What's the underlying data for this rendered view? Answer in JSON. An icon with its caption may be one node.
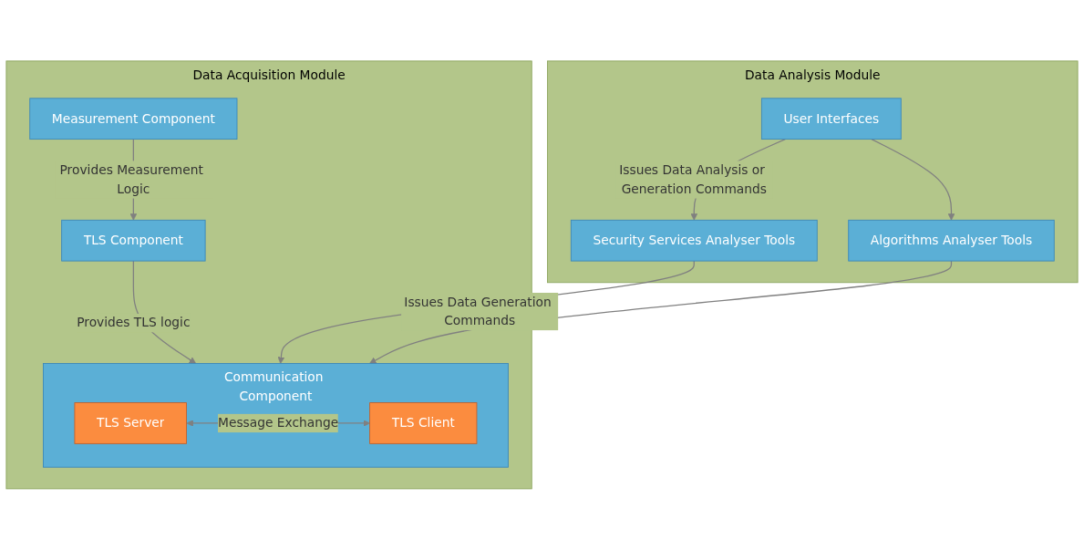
{
  "diagram": {
    "nodes": [
      {
        "text": [
          "Data Acquisition Module"
        ]
      },
      {
        "text": [
          "Communication Component"
        ],
        "in": 0
      },
      {
        "text": [
          "TLS Server"
        ],
        "in": 1
      },
      {
        "text": [
          "TLS Client"
        ],
        "in": 1
      },
      {
        "text": [
          "Measurement Component"
        ],
        "in": 0
      },
      {
        "text": [
          "TLS Component"
        ],
        "in": 0
      },
      {
        "text": [
          "Data Analysis Module"
        ]
      },
      {
        "text": [
          "User Interfaces"
        ],
        "in": 6
      },
      {
        "text": [
          "Security Services Analyser Tools"
        ],
        "in": 6
      },
      {
        "text": [
          "Algorithms Analyser Tools"
        ],
        "in": 6
      }
    ],
    "edges": [
      {
        "from": 2,
        "to": 3,
        "arrow": "both",
        "label": "Message Exchange"
      },
      {
        "from": 5,
        "to": 1,
        "arrow": "to",
        "label": "Provides TLS logic"
      },
      {
        "from": 4,
        "to": 5,
        "arrow": "to",
        "label": "Provides Measurement Logic"
      },
      {
        "from": 7,
        "to": 8,
        "arrow": "to",
        "label": "Issues Data Analysis or Generation Commands"
      },
      {
        "from": 7,
        "to": 9,
        "arrow": "to"
      },
      {
        "from": 8,
        "to": 1,
        "arrow": "to",
        "label": "Issues Data Generation Commands"
      },
      {
        "from": 9,
        "to": 1,
        "arrow": "to"
      }
    ]
  }
}
